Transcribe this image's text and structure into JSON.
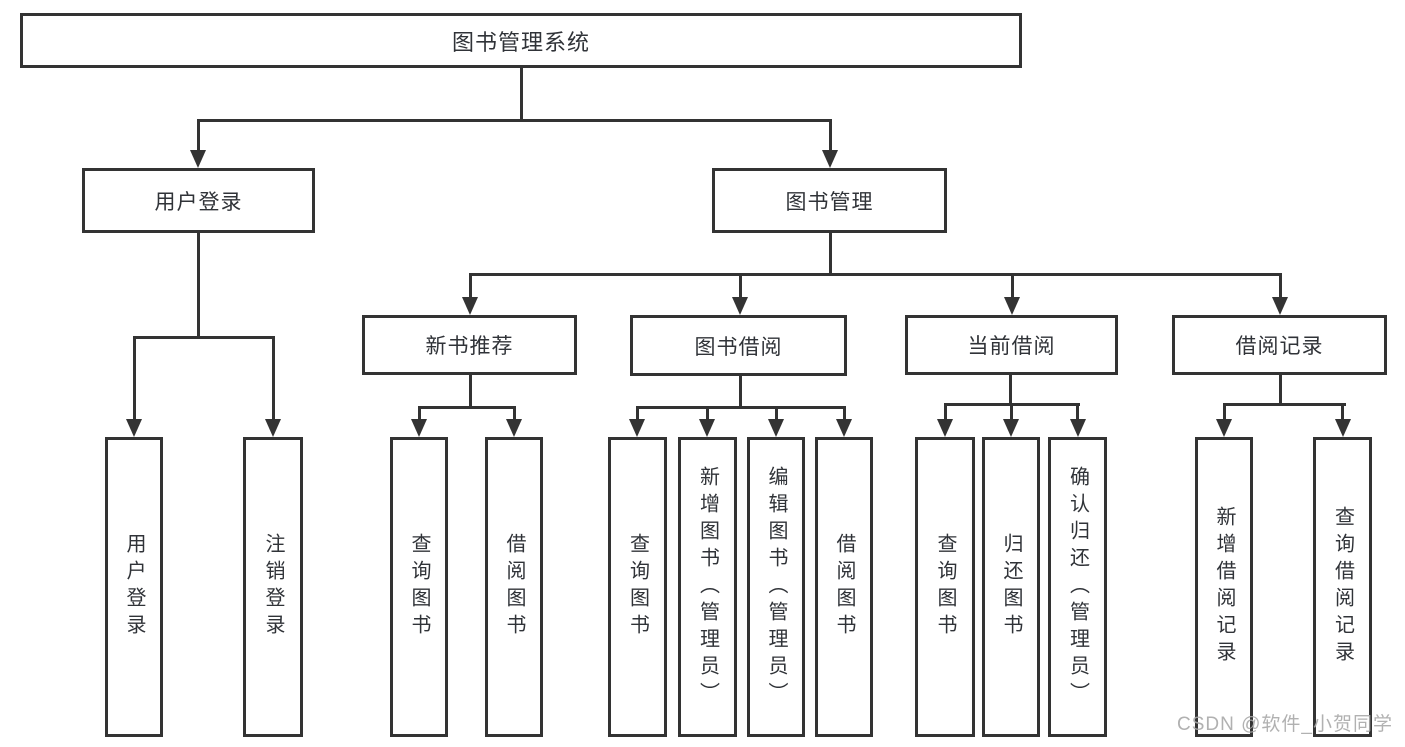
{
  "nodes": {
    "root": "图书管理系统",
    "user_login": "用户登录",
    "book_management": "图书管理",
    "new_book_recommend": "新书推荐",
    "book_borrow": "图书借阅",
    "current_borrow": "当前借阅",
    "borrow_records": "借阅记录",
    "leaves": {
      "user_login": [
        "用户登录",
        "注销登录"
      ],
      "new_book_recommend": [
        "查询图书",
        "借阅图书"
      ],
      "book_borrow": [
        "查询图书",
        "新增图书（管理员）",
        "编辑图书（管理员）",
        "借阅图书"
      ],
      "current_borrow": [
        "查询图书",
        "归还图书",
        "确认归还（管理员）"
      ],
      "borrow_records": [
        "新增借阅记录",
        "查询借阅记录"
      ]
    }
  },
  "watermark": "CSDN @软件_小贺同学",
  "colors": {
    "line": "#333333",
    "text": "#303338",
    "watermark": "#a9a9a9",
    "background": "#ffffff"
  }
}
